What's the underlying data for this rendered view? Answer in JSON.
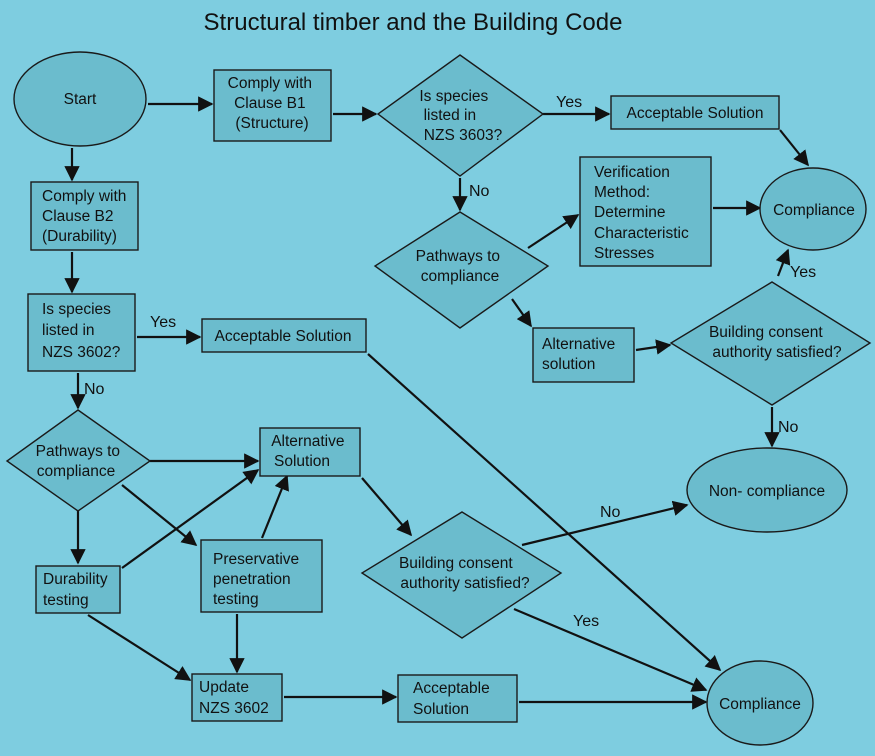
{
  "title": "Structural timber and the Building Code",
  "colors": {
    "background": "#7ecde0",
    "shape_fill": "#6bbccd",
    "stroke": "#1a1a1a"
  },
  "nodes": {
    "start": "Start",
    "comply_b1": [
      "Comply with",
      "Clause B1",
      "(Structure)"
    ],
    "species_3603": [
      "Is species",
      "listed in",
      "NZS 3603?"
    ],
    "acceptable_top": "Acceptable Solution",
    "compliance_top": "Compliance",
    "verification": [
      "Verification",
      "Method:",
      "Determine",
      "Characteristic",
      "Stresses"
    ],
    "pathways_right": [
      "Pathways to",
      "compliance"
    ],
    "alt_solution_right": [
      "Alternative",
      "solution"
    ],
    "bca_right": [
      "Building consent",
      "authority satisfied?"
    ],
    "non_compliance": "Non- compliance",
    "comply_b2": [
      "Comply with",
      "Clause B2",
      "(Durability)"
    ],
    "species_3602": [
      "Is species",
      "listed in",
      "NZS 3602?"
    ],
    "acceptable_mid": "Acceptable Solution",
    "pathways_left": [
      "Pathways to",
      "compliance"
    ],
    "alt_solution_left": [
      "Alternative",
      "Solution"
    ],
    "durability": [
      "Durability",
      "testing"
    ],
    "preservative": [
      "Preservative",
      "penetration",
      "testing"
    ],
    "bca_center": [
      "Building consent",
      "authority satisfied?"
    ],
    "update_3602": [
      "Update",
      "NZS 3602"
    ],
    "acceptable_bottom": [
      "Acceptable",
      "Solution"
    ],
    "compliance_bottom": "Compliance"
  },
  "edge_labels": {
    "yes_3603": "Yes",
    "no_3603": "No",
    "yes_bca_right": "Yes",
    "no_bca_right": "No",
    "yes_3602": "Yes",
    "no_3602": "No",
    "no_bca_center": "No",
    "yes_bca_center": "Yes"
  }
}
